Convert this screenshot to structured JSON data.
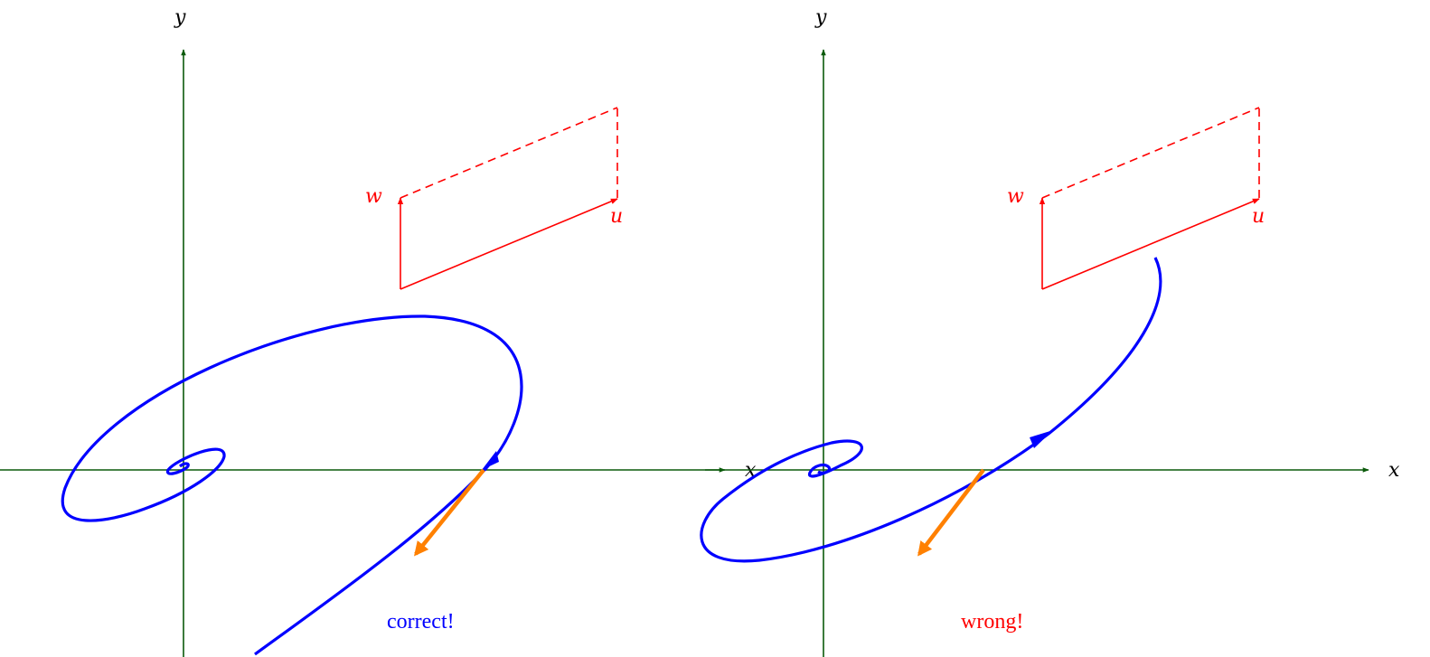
{
  "colors": {
    "axis": "#0b5a0b",
    "curve": "#0000ff",
    "vectors": "#ff0000",
    "velocity": "#ff8000",
    "caption_correct": "#0000ff",
    "caption_wrong": "#ff0000"
  },
  "panels": [
    {
      "id": "left",
      "axes": {
        "x_label": "x",
        "y_label": "y"
      },
      "vectors": {
        "u_label": "u",
        "w_label": "w"
      },
      "caption": "correct!"
    },
    {
      "id": "right",
      "axes": {
        "x_label": "x",
        "y_label": "y"
      },
      "vectors": {
        "u_label": "u",
        "w_label": "w"
      },
      "caption": "wrong!"
    }
  ]
}
